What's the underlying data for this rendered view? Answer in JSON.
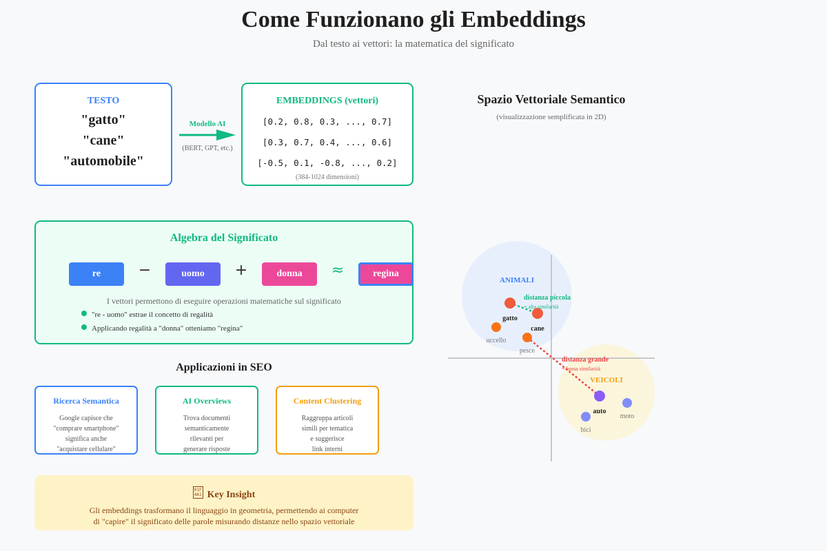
{
  "header": {
    "title": "Come Funzionano gli Embeddings",
    "subtitle": "Dal testo ai vettori: la matematica del significato"
  },
  "text_box": {
    "title": "TESTO",
    "words": [
      "\"gatto\"",
      "\"cane\"",
      "\"automobile\""
    ]
  },
  "model_arrow": {
    "label": "Modello AI",
    "sublabel": "(BERT, GPT, etc.)"
  },
  "embeddings_box": {
    "title": "EMBEDDINGS (vettori)",
    "vectors": [
      "[0.2, 0.8, 0.3, ..., 0.7]",
      "[0.3, 0.7, 0.4, ..., 0.6]",
      "[-0.5, 0.1, -0.8, ..., 0.2]"
    ],
    "note": "(384-1024 dimensioni)"
  },
  "algebra": {
    "title": "Algebra del Significato",
    "tokens": [
      {
        "label": "re",
        "color": "#3b82f6"
      },
      {
        "label": "uomo",
        "color": "#6366f1"
      },
      {
        "label": "donna",
        "color": "#ec4899"
      },
      {
        "label": "regina",
        "color": "#ec4899"
      }
    ],
    "operators": [
      "−",
      "+",
      "≈"
    ],
    "description": "I vettori permettono di eseguire operazioni matematiche sul significato",
    "bullets": [
      "\"re - uomo\" estrae il concetto di regalità",
      "Applicando regalità a \"donna\" otteniamo \"regina\""
    ]
  },
  "seo": {
    "title": "Applicazioni in SEO",
    "cards": [
      {
        "title": "Ricerca Semantica",
        "color": "#3b82f6",
        "lines": [
          "Google capisce che",
          "\"comprare smartphone\"",
          "significa anche",
          "\"acquistare cellulare\""
        ]
      },
      {
        "title": "AI Overviews",
        "color": "#10b981",
        "lines": [
          "Trova documenti",
          "semanticamente",
          "rilevanti per",
          "generare risposte"
        ]
      },
      {
        "title": "Content Clustering",
        "color": "#f59e0b",
        "lines": [
          "Raggruppa articoli",
          "simili per tematica",
          "e suggerisce",
          "link interni"
        ]
      }
    ]
  },
  "insight": {
    "icon": "lightbulb-icon",
    "icon_glyph": "01F 4A1",
    "title": "Key Insight",
    "lines": [
      "Gli embeddings trasformano il linguaggio in geometria, permettendo ai computer",
      "di \"capire\" il significato delle parole misurando distanze nello spazio vettoriale"
    ]
  },
  "vector_space": {
    "title": "Spazio Vettoriale Semantico",
    "subtitle": "(visualizzazione semplificata in 2D)",
    "clusters": [
      {
        "label": "ANIMALI",
        "color": "#3b82f6"
      },
      {
        "label": "VEICOLI",
        "color": "#f59e0b"
      }
    ],
    "points": [
      {
        "label": "gatto",
        "x": -3.0,
        "y": 4.0,
        "color": "#ef5b3b",
        "emphasis": true
      },
      {
        "label": "cane",
        "x": -1.0,
        "y": 3.25,
        "color": "#ef5b3b",
        "emphasis": true
      },
      {
        "label": "uccello",
        "x": -4.0,
        "y": 2.25,
        "color": "#f97316",
        "emphasis": false
      },
      {
        "label": "pesce",
        "x": -1.75,
        "y": 1.5,
        "color": "#f97316",
        "emphasis": false
      },
      {
        "label": "auto",
        "x": 3.5,
        "y": -2.75,
        "color": "#8b5cf6",
        "emphasis": true
      },
      {
        "label": "moto",
        "x": 5.5,
        "y": -3.25,
        "color": "#818cf8",
        "emphasis": false
      },
      {
        "label": "bici",
        "x": 2.5,
        "y": -4.25,
        "color": "#818cf8",
        "emphasis": false
      }
    ],
    "annotations": [
      {
        "from": "gatto",
        "to": "cane",
        "label": "distanza piccola",
        "sublabel": "= alta similarità",
        "color": "#10b981"
      },
      {
        "from": "pesce",
        "to": "auto",
        "label": "distanza grande",
        "sublabel": "= bassa similarità",
        "color": "#ef4444"
      }
    ]
  }
}
